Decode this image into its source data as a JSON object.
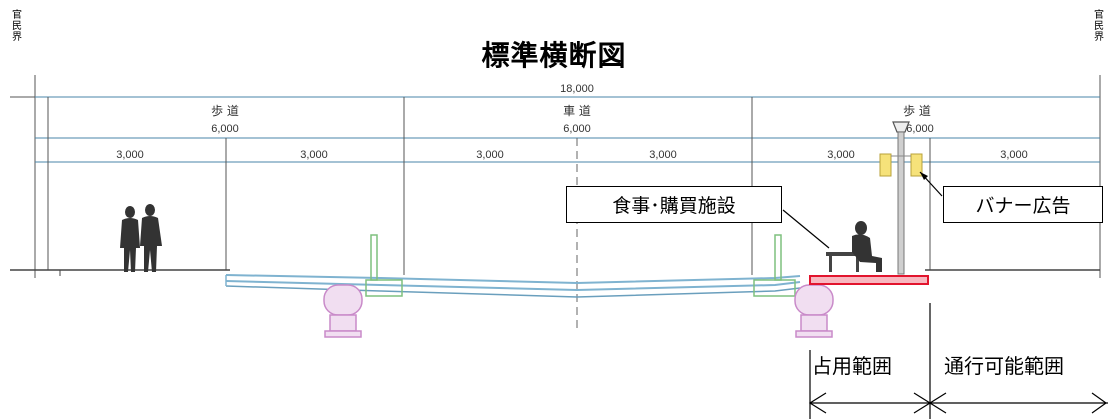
{
  "title": "標準横断図",
  "boundary_label": "官民界",
  "dimensions": {
    "total": "18,000",
    "sections": [
      {
        "label": "歩 道",
        "width": "6,000"
      },
      {
        "label": "車 道",
        "width": "6,000"
      },
      {
        "label": "歩 道",
        "width": "6,000"
      }
    ],
    "sub": [
      "3,000",
      "3,000",
      "3,000",
      "3,000",
      "3,000",
      "3,000"
    ]
  },
  "callouts": {
    "food": "食事･購買施設",
    "banner": "バナー広告"
  },
  "ranges": {
    "occupancy": "占用範囲",
    "passable": "通行可能範囲"
  },
  "colors": {
    "dimension_line": "#4a86a8",
    "pavement": "#7fb3d0",
    "occupancy": "#e2142d",
    "foundation": "#c98ac9",
    "curb": "#7ec07e",
    "banner": "#f6e27a"
  }
}
